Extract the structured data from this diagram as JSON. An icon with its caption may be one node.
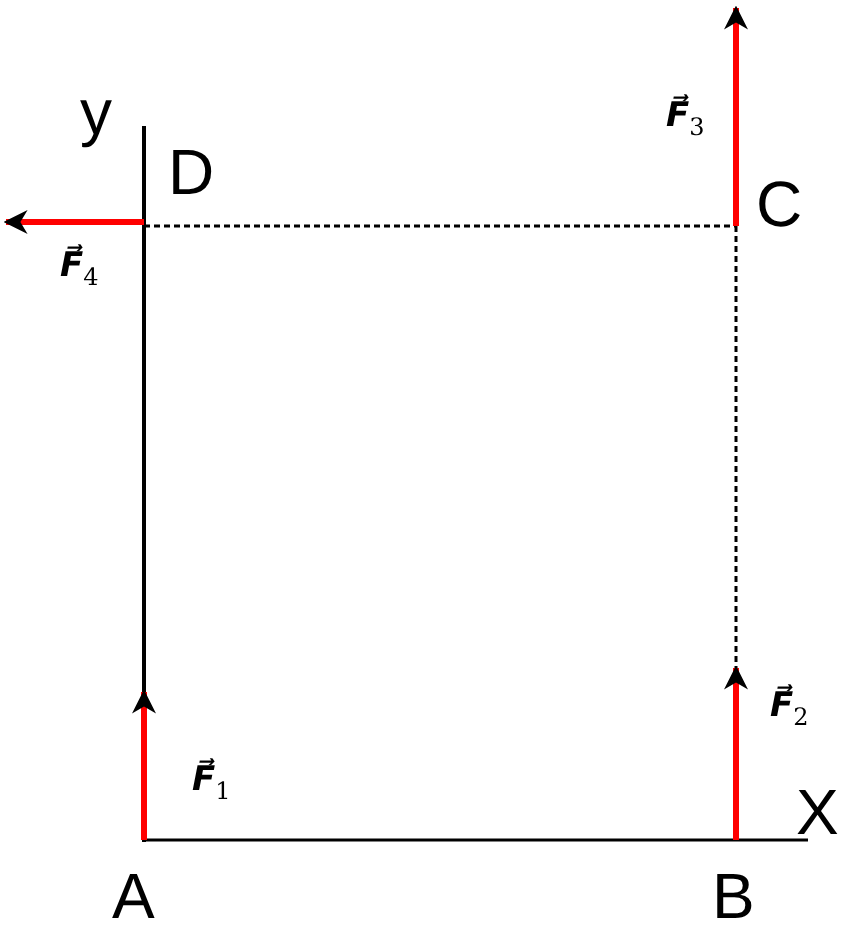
{
  "diagram": {
    "labels": [
      "y",
      "D",
      "F⃗$_{3}$",
      "C",
      "F⃗$_{4}$",
      "F⃗$_{2}$",
      "F⃗$_{1}$",
      "X",
      "A",
      "B"
    ]
  }
}
